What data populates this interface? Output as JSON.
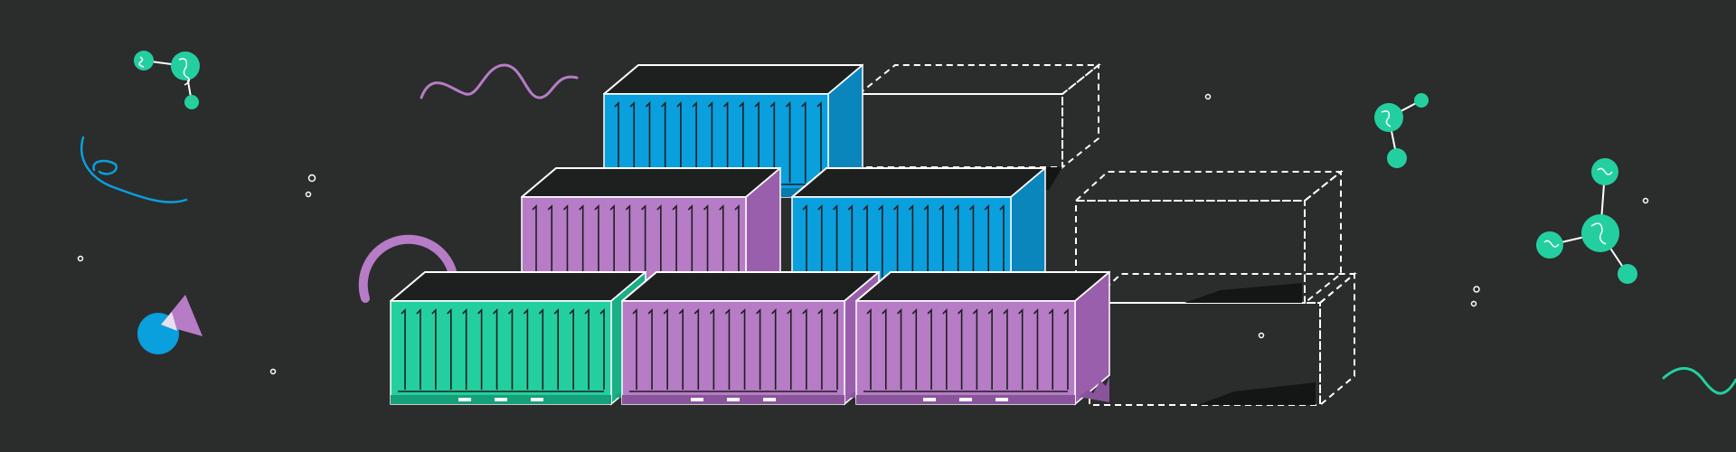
{
  "scene": {
    "background": "#2b2c2c",
    "palette": {
      "blue": "#0a9fdd",
      "purple": "#b67cc6",
      "green": "#24cf9f",
      "outline": "#ffffff",
      "ink": "#1e1f1f"
    },
    "containers": [
      {
        "name": "container-top-blue",
        "color": "blue"
      },
      {
        "name": "container-middle-left-purple",
        "color": "purple"
      },
      {
        "name": "container-middle-right-blue",
        "color": "blue"
      },
      {
        "name": "container-bottom-left-green",
        "color": "green"
      },
      {
        "name": "container-bottom-middle-purple",
        "color": "purple"
      },
      {
        "name": "container-bottom-right-purple",
        "color": "purple"
      }
    ],
    "placeholders": [
      {
        "name": "dashed-placeholder-top"
      },
      {
        "name": "dashed-placeholder-middle"
      },
      {
        "name": "dashed-placeholder-bottom"
      }
    ],
    "decorations": [
      "molecule-icon-top-left",
      "molecule-icon-right",
      "molecule-icon-far-right",
      "squiggle-purple",
      "squiggle-blue",
      "squiggle-green",
      "ring-purple",
      "circle-blue",
      "triangle-purple"
    ]
  }
}
